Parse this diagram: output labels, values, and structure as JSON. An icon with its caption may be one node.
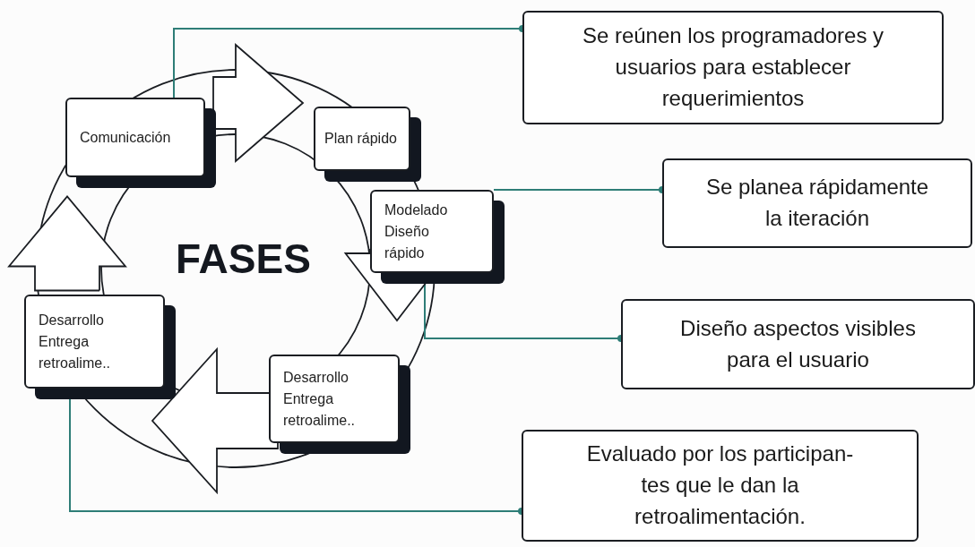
{
  "diagram": {
    "nodes": [
      {
        "text": [
          "Comunicación"
        ]
      },
      {
        "text": [
          "Plan rápido"
        ]
      },
      {
        "text": [
          "Modelado Diseño rápido"
        ]
      },
      {
        "text": [
          "Desarrollo Entrega retroalime.."
        ]
      },
      {
        "text": [
          "Desarrollo Entrega retroalime.."
        ]
      },
      {
        "text": [
          "Se reúnen los programadores y usuarios para establecer requerimientos"
        ]
      },
      {
        "text": [
          "Se planea rápidamente la iteración"
        ]
      },
      {
        "text": [
          "Diseño aspectos visibles para el usuario"
        ]
      },
      {
        "text": [
          "Evaluado por los participan- tes que le dan la retroalimentación."
        ]
      }
    ],
    "edges": [
      {
        "from": 0,
        "to": 5,
        "arrow": "other",
        "color": "#2e7d77"
      },
      {
        "from": 2,
        "to": 6,
        "arrow": "other",
        "color": "#2e7d77"
      },
      {
        "from": 2,
        "to": 7,
        "arrow": "other",
        "color": "#2e7d77"
      },
      {
        "from": 4,
        "to": 8,
        "arrow": "other",
        "color": "#2e7d77"
      },
      {
        "from": 0,
        "to": 1,
        "arrow": "to",
        "style": "thick"
      },
      {
        "from": 2,
        "to": 3,
        "arrow": "to",
        "style": "thick"
      },
      {
        "from": 3,
        "to": 4,
        "arrow": "to",
        "style": "thick"
      },
      {
        "from": 4,
        "to": 0,
        "arrow": "to",
        "style": "thick"
      }
    ],
    "labels": [
      "FASES"
    ]
  }
}
